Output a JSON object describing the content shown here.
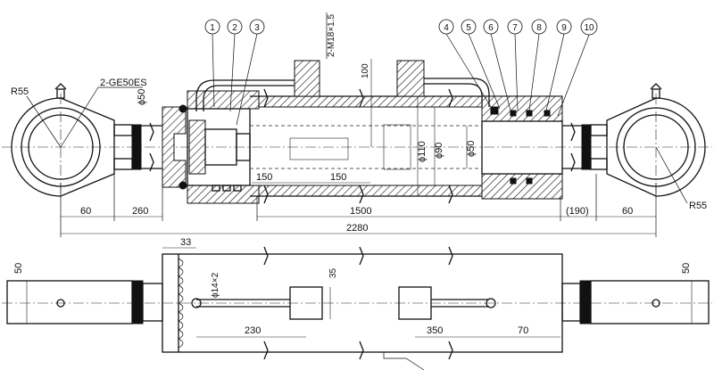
{
  "labels": {
    "eye_radius_left": "R55",
    "eye_radius_right": "R55",
    "bearing": "2-GE50ES",
    "port_thread": "2-M18×1.5",
    "rod_dia_left": "ϕ50",
    "rod_dia_mid": "ϕ50",
    "tube_od": "ϕ110",
    "tube_id": "ϕ90",
    "port_height": "100",
    "len_150a": "150",
    "len_150b": "150",
    "len_60_left": "60",
    "len_260": "260",
    "len_1500": "1500",
    "len_190": "(190)",
    "len_60_right": "60",
    "len_2280": "2280",
    "len_33": "33",
    "pipe_dia": "ϕ14×2",
    "block_35": "35",
    "len_230": "230",
    "len_350": "350",
    "len_70": "70",
    "width_50_left": "50",
    "width_50_right": "50"
  },
  "balloons": [
    "1",
    "2",
    "3",
    "4",
    "5",
    "6",
    "7",
    "8",
    "9",
    "10"
  ]
}
